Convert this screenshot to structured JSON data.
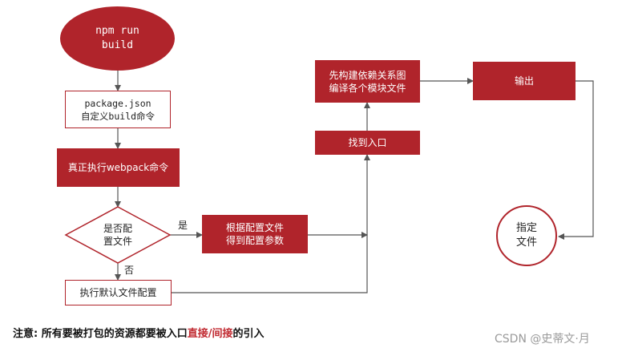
{
  "nodes": {
    "start": "npm run\nbuild",
    "package_json": "package.json\n自定义build命令",
    "exec_webpack": "真正执行webpack命令",
    "decision": "是否配\n置文件",
    "read_config": "根据配置文件\n得到配置参数",
    "default_config": "执行默认文件配置",
    "find_entry": "找到入口",
    "build_graph": "先构建依赖关系图\n编译各个模块文件",
    "output": "输出",
    "target_file": "指定\n文件"
  },
  "edge_labels": {
    "yes": "是",
    "no": "否"
  },
  "note": {
    "prefix": "注意: 所有要被打包的资源都要被入口",
    "direct": "直接",
    "slash": "/",
    "indirect": "间接",
    "suffix": "的引入"
  },
  "watermark": "CSDN @史蒂文·月",
  "colors": {
    "primary_red": "#b0242b",
    "line": "#555555",
    "highlight": "#c0282f"
  }
}
